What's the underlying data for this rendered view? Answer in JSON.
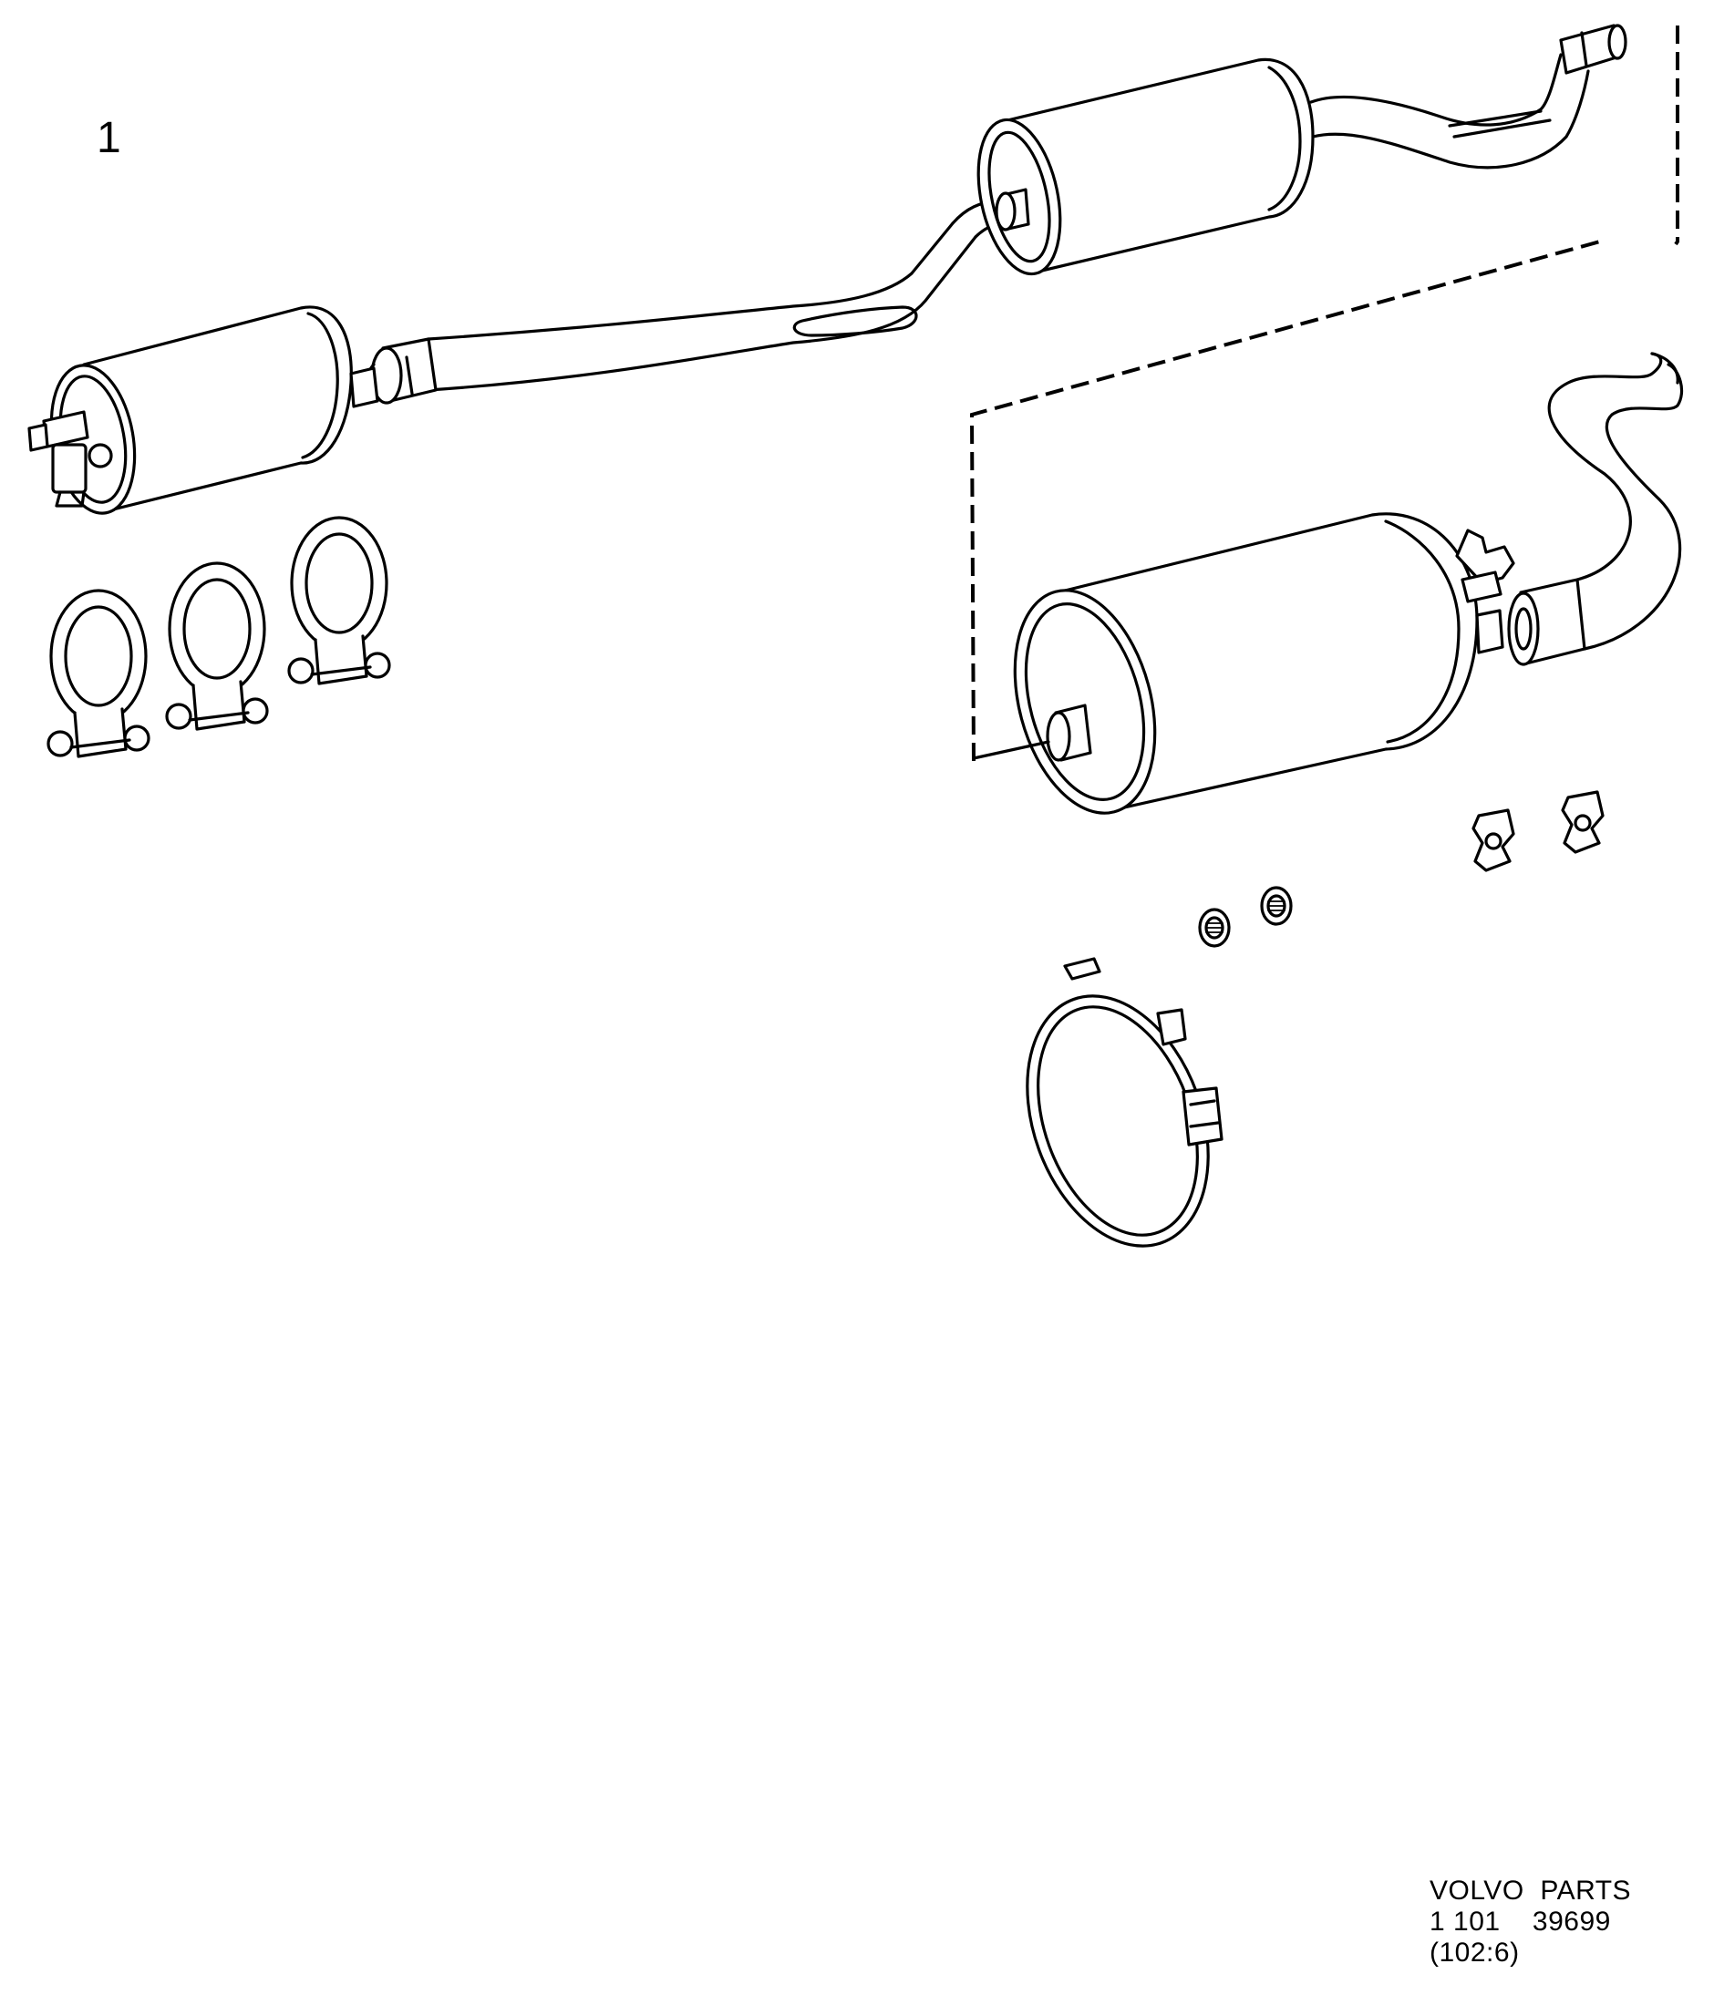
{
  "diagram": {
    "callout": "1",
    "parts_reference": {
      "line1": "VOLVO  PARTS",
      "line2": "1 101    39699",
      "line3": "(102:6)"
    }
  },
  "colors": {
    "ink": "#000000",
    "paper": "#ffffff"
  }
}
